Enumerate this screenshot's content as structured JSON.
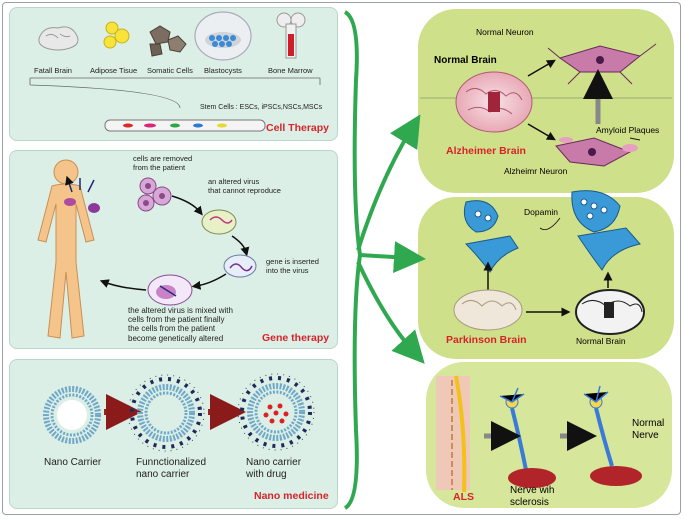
{
  "cell_therapy": {
    "title": "Cell Therapy",
    "sources": [
      "Fatall Brain",
      "Adipose Tisue",
      "Somatic Cells",
      "Blastocysts",
      "Bone Marrow"
    ],
    "stem_cells_label": "Stem Cells : ESCs, iPSCs,NSCs,MSCs"
  },
  "gene_therapy": {
    "title": "Gene therapy",
    "step1": "cells are removed\nfrom the patient",
    "step2": "an altered virus\nthat cannot reproduce",
    "step3": "gene is inserted\ninto the virus",
    "step4": "the altered virus is mixed with\ncells from the patient finally\nthe cells from the patient\nbecome genetically altered"
  },
  "nano_medicine": {
    "title": "Nano medicine",
    "items": [
      "Nano Carrier",
      "Funnctionalized\nnano carrier",
      "Nano carrier\nwith drug"
    ]
  },
  "alzheimer": {
    "title": "Alzheimer Brain",
    "normal_brain": "Normal Brain",
    "normal_neuron": "Normal Neuron",
    "amyloid": "Amyloid Plaques",
    "alz_neuron": "Alzheimr Neuron"
  },
  "parkinson": {
    "title": "Parkinson Brain",
    "dopamin": "Dopamin",
    "normal_brain": "Normal Brain"
  },
  "als": {
    "title": "ALS",
    "sclerosis": "Nerve wih\nsclerosis",
    "normal": "Normal\nNerve"
  },
  "colors": {
    "left_bg": "#dcefe6",
    "right_bg": "#cfe08a",
    "accent_green": "#2fa84f",
    "title_red": "#d8232a"
  }
}
